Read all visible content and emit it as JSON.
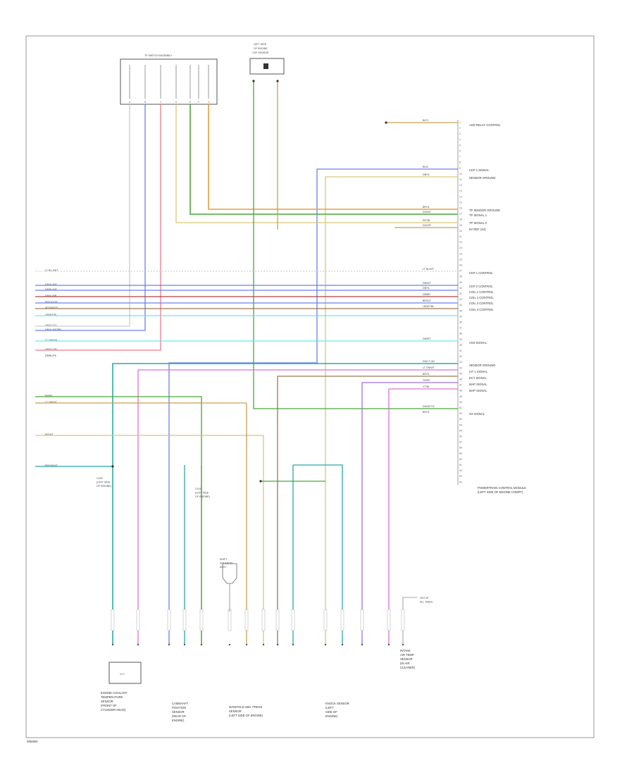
{
  "page": {
    "footer_code": "W00000"
  },
  "top_connector": {
    "title": "TP SWITCH ASSEMBLY",
    "pins": [
      "A",
      "B",
      "C",
      "D",
      "E",
      "F",
      "G"
    ]
  },
  "top_sensor": {
    "label_lines": [
      "LEFT SIDE",
      "OF ENGINE",
      "CKP SENSOR"
    ]
  },
  "pcm": {
    "label_lines": [
      "POWERTRAIN CONTROL MODULE",
      "(LEFT SIDE OF ENGINE COMPT)"
    ],
    "pins": [
      "1",
      "2",
      "3",
      "4",
      "5",
      "6",
      "7",
      "8",
      "9",
      "10",
      "11",
      "12",
      "13",
      "14",
      "15",
      "16",
      "17",
      "18",
      "19",
      "20",
      "21",
      "22",
      "23",
      "24",
      "25",
      "26",
      "27",
      "28",
      "29",
      "30",
      "31",
      "32",
      "33",
      "34",
      "35",
      "36",
      "37",
      "38",
      "39",
      "40",
      "41",
      "42",
      "43",
      "44",
      "45",
      "46",
      "47",
      "48",
      "49",
      "50",
      "51",
      "52",
      "53",
      "54",
      "55",
      "56",
      "57",
      "58",
      "59",
      "60",
      "61",
      "62",
      "63",
      "64"
    ]
  },
  "right_labels": [
    "ASD RELAY CONTROL",
    "CKP 1 SIGNAL",
    "SENSOR GROUND",
    "TP SENSOR GROUND",
    "TP SIGNAL 1",
    "TP SIGNAL 2",
    "5V REF (S4)",
    "CKP 1 CONTROL",
    "CKP 2 CONTROL",
    "COIL 1 CONTROL",
    "COIL 2 CONTROL",
    "COIL 3 CONTROL",
    "COIL 4 CONTROL",
    "VSS SIGNAL",
    "SENSOR GROUND",
    "IAT 1 SIGNAL",
    "ECT SIGNAL",
    "MAP SIGNAL",
    "MAP SIGNAL",
    "O2 SIGNAL"
  ],
  "wire_codes": [
    "B/GY",
    "B/LB",
    "DB/YL",
    "BR/YL",
    "DG/WT",
    "WT/BL",
    "DG/OR",
    "LT BL/WT",
    "DB/WT",
    "DB/YL",
    "DB/BR",
    "BR/DG",
    "LB/WT/BL",
    "DB/WT",
    "DG/LT GN",
    "LT GN/WT",
    "BR/YL",
    "TN/PK",
    "VT/BL",
    "DG/WT/YL",
    "BR/YL"
  ],
  "left_labels": [
    "LT BLU/WT",
    "DB/YL/WT",
    "DB/BL/WT",
    "DB/YL/BR",
    "BR/DG/OR",
    "WT/OR/GY",
    "DB/WT/BL",
    "DB/YL/GY",
    "LT GN/WH",
    "DB/YL/OR",
    "DB/BL/PK",
    "BR/PK",
    "LT GN/WT",
    "BR/WT",
    "BR/GN/WT",
    "DB/YL/WT/BR"
  ],
  "bottom_components": [
    {
      "lines": [
        "ENGINE COOLANT",
        "TEMPERATURE",
        "SENSOR",
        "(FRONT OF",
        "CYLINDER HEAD)"
      ]
    },
    {
      "lines": [
        "CAMSHAFT",
        "POSITION",
        "SENSOR",
        "(REAR OF",
        "ENGINE)"
      ]
    },
    {
      "lines": [
        "MANIFOLD ABS. PRESS",
        "SENSOR",
        "(LEFT SIDE OF ENGINE)"
      ]
    },
    {
      "lines": [
        "KNOCK SENSOR",
        "(LEFT",
        "SIDE OF",
        "ENGINE)"
      ]
    },
    {
      "lines": [
        "INTAKE",
        "AIR TEMP",
        "SENSOR",
        "(IN AIR",
        "CLEANER)"
      ]
    }
  ],
  "side_notes": [
    {
      "lines": [
        "C100",
        "(LEFT SIDE",
        "OF ENGINE)"
      ]
    },
    {
      "lines": [
        "C101",
        "(LEFT SIDE",
        "OF ENGINE)"
      ]
    },
    {
      "lines": [
        "SHIFT",
        "SOLENOID",
        "ASSY"
      ]
    },
    {
      "lines": [
        "HOT AT",
        "ALL TIMES"
      ]
    }
  ],
  "colors": {
    "black": "#222222",
    "white": "#bbbbbb",
    "blue": "#6b7ff0",
    "red": "#f07a8a",
    "tan": "#c9a050",
    "green": "#49a836",
    "orange": "#e0a040",
    "yellow": "#d8c878",
    "cyan": "#6be6ee",
    "teal": "#2aa8a8",
    "pink": "#e070d8",
    "violet": "#a070e0",
    "brown": "#9a7a50",
    "gray": "#9a9a9a"
  }
}
